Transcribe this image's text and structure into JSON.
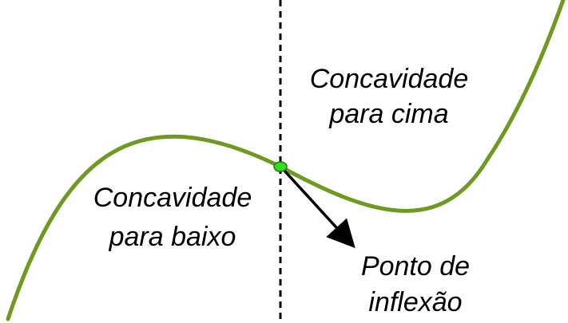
{
  "labels": {
    "concave_up_line1": "Concavidade",
    "concave_up_line2": "para cima",
    "concave_down_line1": "Concavidade",
    "concave_down_line2": "para baixo",
    "inflection_line1": "Ponto de",
    "inflection_line2": "inflexão"
  },
  "colors": {
    "curve": "#6e9a1f",
    "inflection_point_fill": "#33dd22",
    "inflection_point_stroke": "#1a7a10",
    "divider": "#000000",
    "arrow": "#000000",
    "text": "#000000"
  }
}
